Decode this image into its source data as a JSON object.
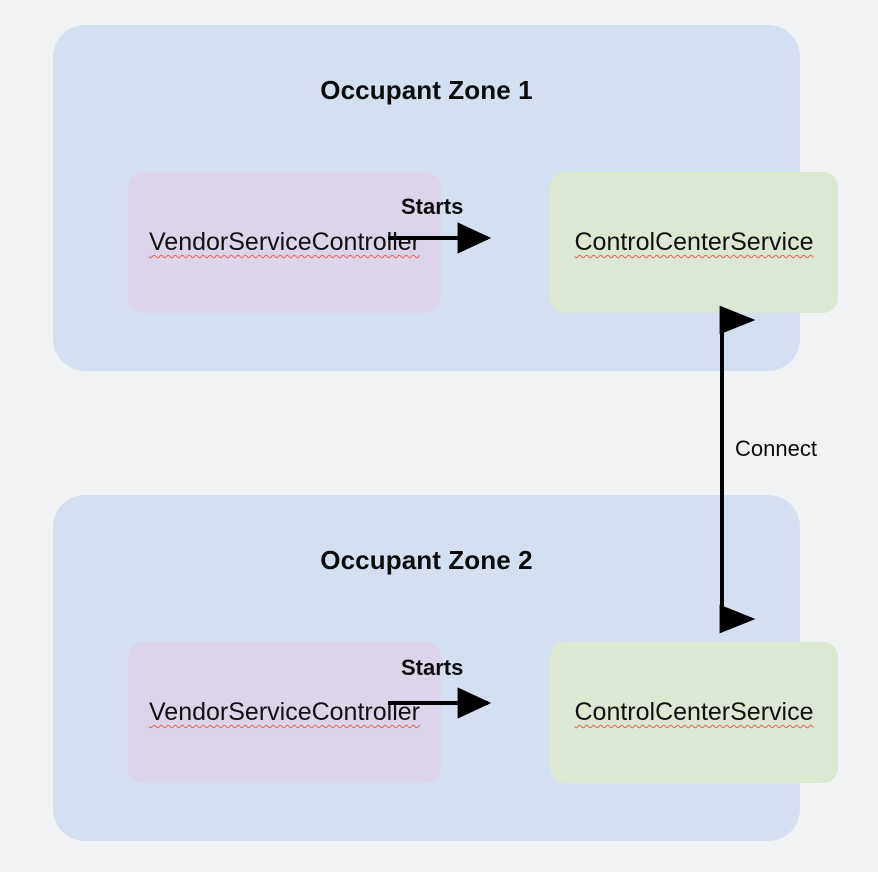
{
  "diagram": {
    "title": "Occupant Zone Service Architecture",
    "background_color": "#f1f2f4",
    "zones": [
      {
        "id": "zone-1",
        "label": "Occupant Zone 1",
        "color": "#d4e0f0",
        "nodes": [
          {
            "id": "vendor-1",
            "label": "VendorServiceController",
            "color": "#dcd4e8",
            "spellcheck_underline": true
          },
          {
            "id": "control-1",
            "label": "ControlCenterService",
            "color": "#dde8d2",
            "spellcheck_underline": true
          }
        ],
        "edges": [
          {
            "id": "starts-1",
            "label": "Starts",
            "from": "vendor-1",
            "to": "control-1",
            "direction": "one-way"
          }
        ]
      },
      {
        "id": "zone-2",
        "label": "Occupant Zone 2",
        "color": "#d4e0f0",
        "nodes": [
          {
            "id": "vendor-2",
            "label": "VendorServiceController",
            "color": "#dcd4e8",
            "spellcheck_underline": true
          },
          {
            "id": "control-2",
            "label": "ControlCenterService",
            "color": "#dde8d2",
            "spellcheck_underline": true
          }
        ],
        "edges": [
          {
            "id": "starts-2",
            "label": "Starts",
            "from": "vendor-2",
            "to": "control-2",
            "direction": "one-way"
          }
        ]
      }
    ],
    "cross_zone_edges": [
      {
        "id": "connect",
        "label": "Connect",
        "from": "control-1",
        "to": "control-2",
        "direction": "bidirectional",
        "color": "#000000"
      }
    ],
    "colors": {
      "zone_fill": "#d4e0f0",
      "vendor_fill": "#dcd4e8",
      "control_fill": "#dde8d2",
      "arrow": "#000000",
      "text": "#0b0b0b",
      "spellcheck": "#e8614d"
    }
  }
}
